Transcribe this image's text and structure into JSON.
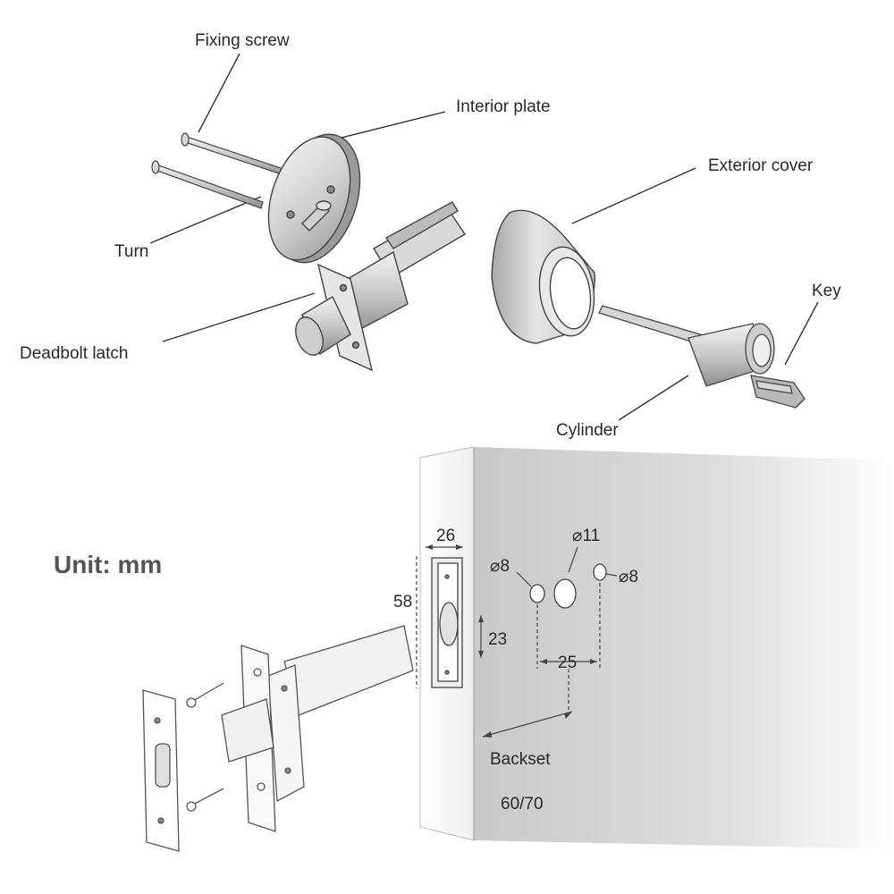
{
  "exploded_view": {
    "labels": {
      "fixing_screw": "Fixing screw",
      "interior_plate": "Interior plate",
      "turn": "Turn",
      "deadbolt_latch": "Deadbolt latch",
      "exterior_cover": "Exterior cover",
      "key": "Key",
      "cylinder": "Cylinder"
    }
  },
  "installation": {
    "unit_text": "Unit: mm",
    "dimensions": {
      "faceplate_width": "26",
      "latch_length": "58",
      "bore_height": "23",
      "hole_left": "⌀8",
      "hole_center": "⌀11",
      "hole_right": "⌀8",
      "hole_spacing": "25",
      "backset_label": "Backset",
      "backset_value": "60/70"
    }
  },
  "colors": {
    "line": "#333333",
    "metal_light": "#eeeeee",
    "metal_mid": "#c8c8c8",
    "metal_dark": "#8a8a8a",
    "door_face": "#d4d4d4"
  }
}
